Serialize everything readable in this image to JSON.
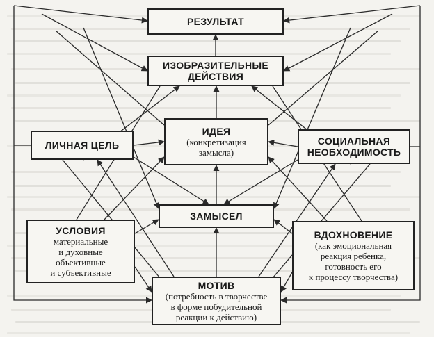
{
  "nodes": {
    "result": {
      "title": "РЕЗУЛЬТАТ"
    },
    "actions": {
      "title_line1": "ИЗОБРАЗИТЕЛЬНЫЕ",
      "title_line2": "ДЕЙСТВИЯ"
    },
    "goal": {
      "title": "ЛИЧНАЯ ЦЕЛЬ"
    },
    "idea": {
      "title": "ИДЕЯ",
      "line1": "(конкретизация",
      "line2": "замысла)"
    },
    "social": {
      "title_line1": "СОЦИАЛЬНАЯ",
      "title_line2": "НЕОБХОДИМОСТЬ"
    },
    "conditions": {
      "title": "УСЛОВИЯ",
      "line1": "материальные",
      "line2": "и духовные",
      "line3": "объективные",
      "line4": "и субъективные"
    },
    "concept": {
      "title": "ЗАМЫСЕЛ"
    },
    "inspiration": {
      "title": "ВДОХНОВЕНИЕ",
      "line1": "(как эмоциональная",
      "line2": "реакция ребенка,",
      "line3": "готовность его",
      "line4": "к процессу творчества)"
    },
    "motive": {
      "title": "МОТИВ",
      "line1": "(потребность в творчестве",
      "line2": "в форме побудительной",
      "line3": "реакции к действию)"
    }
  },
  "colors": {
    "line": "#2a2a2a",
    "box_border": "#222222",
    "page": "#f4f3ef"
  }
}
